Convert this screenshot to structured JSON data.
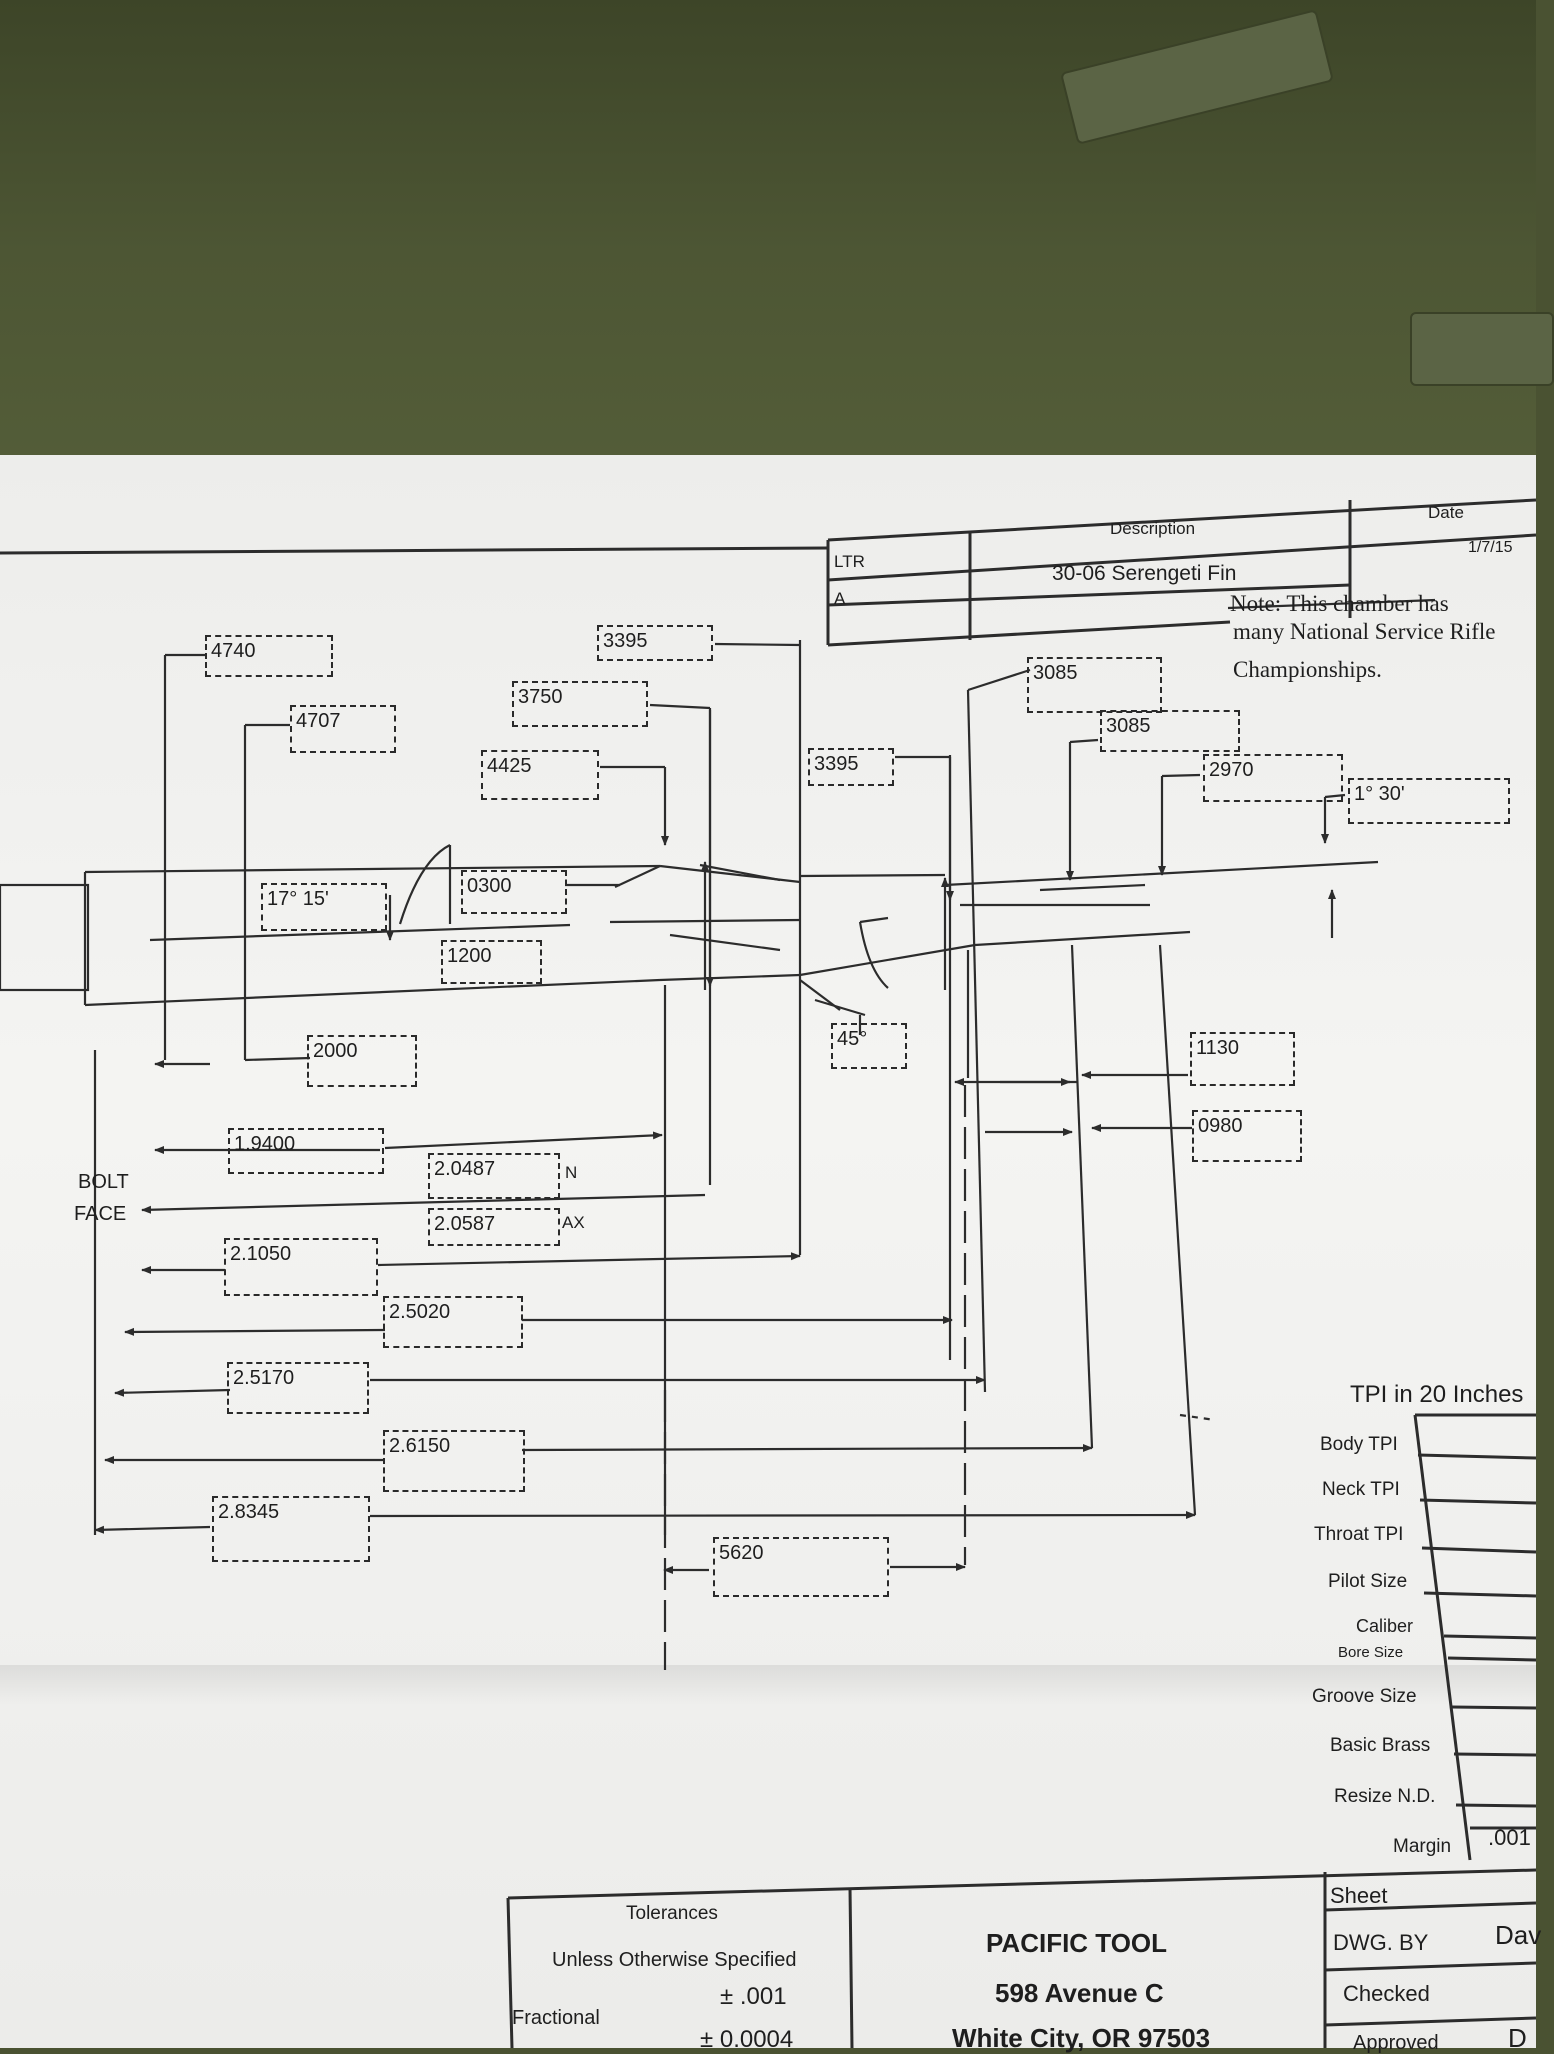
{
  "revision_table": {
    "ltr_header": "LTR",
    "description_header": "Description",
    "date_header": "Date",
    "ltr": "A",
    "description": "30-06 Serengeti Fin",
    "date": "1/7/15"
  },
  "note": {
    "strike": "Note: This chamber has",
    "line2": "many National Service Rifle",
    "line3": "Championships."
  },
  "dimensions": {
    "d4740": "4740",
    "d4707": "4707",
    "d3395a": "3395",
    "d3750": "3750",
    "d4425": "4425",
    "d3395b": "3395",
    "d3085a": "3085",
    "d3085b": "3085",
    "d2970": "2970",
    "angle1": "1° 30'",
    "angle17": "17° 15'",
    "d0300": "0300",
    "d1200": "1200",
    "d2000": "2000",
    "angle45": "45°",
    "d1130": "1130",
    "d0980": "0980",
    "d19400": "1.9400",
    "d20487": "2.0487",
    "min_suffix": "N",
    "d20587": "2.0587",
    "max_suffix": "AX",
    "d21050": "2.1050",
    "d25020": "2.5020",
    "d25170": "2.5170",
    "d26150": "2.6150",
    "d28345": "2.8345",
    "d5620": "5620"
  },
  "bolt_face": {
    "line1": "BOLT",
    "line2": "FACE"
  },
  "tpi_panel": {
    "title": "TPI in 20 Inches",
    "rows": [
      "Body TPI",
      "Neck TPI",
      "Throat TPI",
      "Pilot Size",
      "Caliber",
      "Bore Size",
      "Groove Size",
      "Basic Brass",
      "Resize N.D.",
      "Margin"
    ],
    "margin_value": ".001"
  },
  "title_block": {
    "tolerances": "Tolerances",
    "unless": "Unless Otherwise Specified",
    "fractional": "Fractional",
    "fractional_value": "± .001",
    "decimal_value": "± 0.0004",
    "company": "PACIFIC TOOL",
    "address1": "598 Avenue C",
    "address2": "White City, OR 97503",
    "sheet": "Sheet",
    "dwg_by": "DWG. BY",
    "dwg_by_value": "Dav",
    "checked": "Checked",
    "approved": "Approved",
    "approved_value": "D"
  },
  "colors": {
    "fabric": "#4a5232",
    "paper": "#f0f0ee",
    "ink": "#2a2a2a"
  }
}
